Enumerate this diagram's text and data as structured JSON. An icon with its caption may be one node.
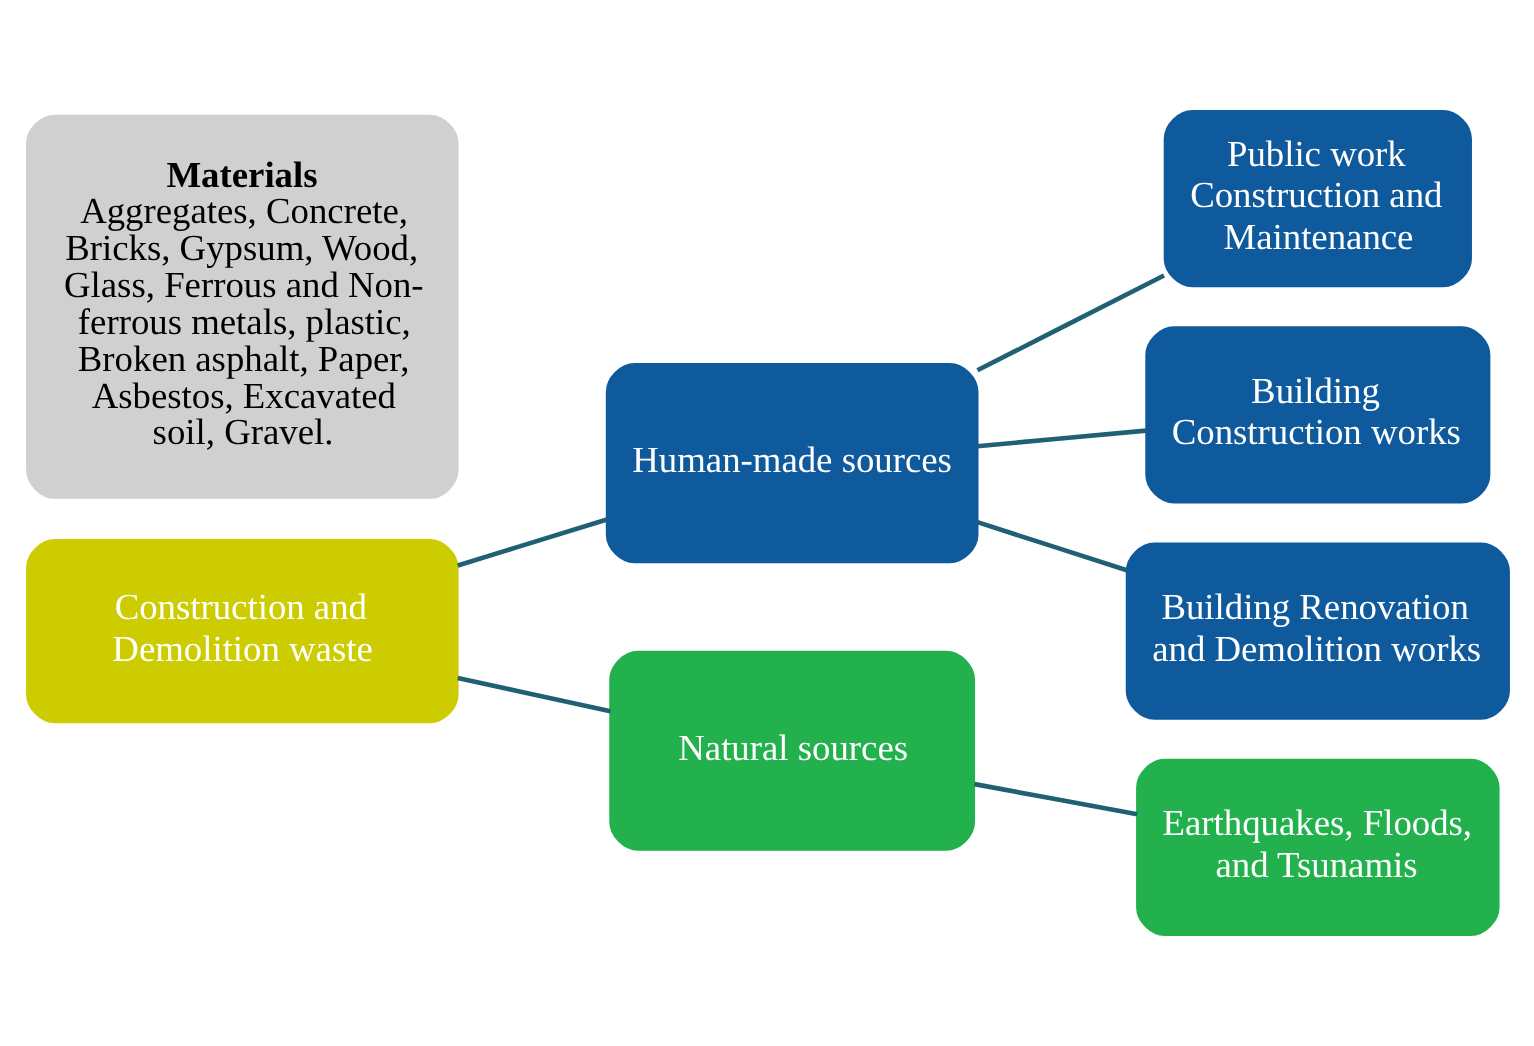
{
  "diagram": {
    "nodes": [
      {
        "text": [
          "Construction and Demolition waste"
        ]
      },
      {
        "text": [
          "Human-made sources"
        ]
      },
      {
        "text": [
          "Natural sources"
        ]
      },
      {
        "text": [
          "Public work Construction and Maintenance"
        ]
      },
      {
        "text": [
          "Building Construction works"
        ]
      },
      {
        "text": [
          "Building Renovation and Demolition works"
        ]
      },
      {
        "text": [
          "Earthquakes, Floods, and Tsunamis"
        ]
      },
      {
        "text": [
          "Materials",
          "Aggregates, Concrete, Bricks, Gypsum, Wood, Glass, Ferrous and Non-ferrous metals, plastic, Broken asphalt, Paper, Asbestos, Excavated soil, Gravel."
        ]
      }
    ],
    "edges": [
      {
        "from": 0,
        "to": 1,
        "arrow": "none"
      },
      {
        "from": 0,
        "to": 2,
        "arrow": "none"
      },
      {
        "from": 1,
        "to": 3,
        "arrow": "none"
      },
      {
        "from": 1,
        "to": 4,
        "arrow": "none"
      },
      {
        "from": 1,
        "to": 5,
        "arrow": "none"
      },
      {
        "from": 2,
        "to": 6,
        "arrow": "none"
      }
    ]
  }
}
